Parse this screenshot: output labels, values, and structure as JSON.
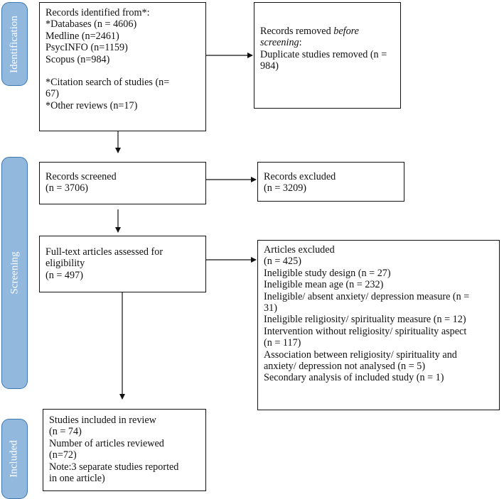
{
  "phases": {
    "identification": "Identification",
    "screening": "Screening",
    "included": "Included"
  },
  "boxes": {
    "identified": {
      "lines": [
        "Records identified from*:",
        "*Databases (n = 4606)",
        "Medline (n=2461)",
        "PsycINFO (n=1159)",
        "Scopus (n=984)",
        "",
        "*Citation search of studies (n=",
        "67)",
        "*Other reviews (n=17)"
      ]
    },
    "removed": {
      "line1": "Records removed ",
      "line1_italic": "before",
      "line2_italic": "screening",
      "line2": ":",
      "line3": "Duplicate studies removed (n =",
      "line4": "984)"
    },
    "screened": {
      "lines": [
        "Records screened",
        "(n = 3706)"
      ]
    },
    "excluded": {
      "lines": [
        "Records excluded",
        "(n = 3209)"
      ]
    },
    "fulltext": {
      "lines": [
        "Full-text articles assessed for",
        "eligibility",
        "(n = 497)"
      ]
    },
    "articles_excluded": {
      "lines": [
        "Articles excluded",
        "(n = 425)",
        "Ineligible study design (n = 27)",
        "Ineligible mean age (n = 232)",
        "Ineligible/ absent anxiety/ depression measure (n =",
        "31)",
        "Ineligible religiosity/ spirituality measure (n = 12)",
        "Intervention without religiosity/ spirituality aspect",
        "(n = 117)",
        "Association between religiosity/ spirituality and",
        "anxiety/ depression not analysed (n = 5)",
        "Secondary analysis of included study (n = 1)"
      ]
    },
    "included": {
      "lines": [
        "Studies included in review",
        "(n = 74)",
        "Number of articles reviewed",
        "(n=72)",
        "Note:3 separate studies reported",
        "in one article)"
      ]
    }
  }
}
